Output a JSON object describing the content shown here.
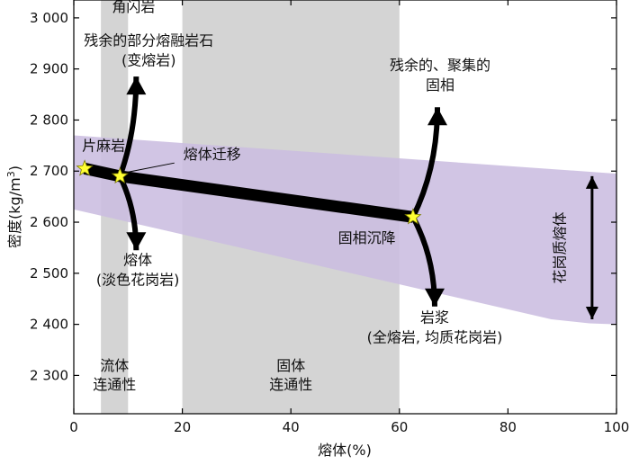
{
  "chart_data": {
    "type": "area",
    "title": "",
    "xlabel": "熔体(%)",
    "ylabel": "密度(kg/m³)",
    "xlim": [
      0,
      100
    ],
    "ylim": [
      2225,
      3035
    ],
    "x_ticks": [
      0,
      20,
      40,
      60,
      80,
      100
    ],
    "x_tick_labels": [
      "0",
      "20",
      "40",
      "60",
      "80",
      "100"
    ],
    "y_ticks": [
      2300,
      2400,
      2500,
      2600,
      2700,
      2800,
      2900,
      3000
    ],
    "y_tick_labels": [
      "2 300",
      "2 400",
      "2 500",
      "2 600",
      "2 700",
      "2 800",
      "2 900",
      "3 000"
    ],
    "grid": false,
    "colors": {
      "band": "#cbbde0",
      "shade": "#d4d4d4",
      "path": "#000000",
      "star": "#ffff33",
      "star_stroke": "#7a7a00"
    },
    "connectivity_zones": [
      {
        "x_range": [
          5,
          10
        ],
        "label": "流体\n连通性"
      },
      {
        "x_range": [
          20,
          60
        ],
        "label": "固体\n连通性"
      }
    ],
    "granite_melt_band": {
      "upper": [
        [
          0,
          2770
        ],
        [
          100,
          2695
        ]
      ],
      "lower": [
        [
          0,
          2625
        ],
        [
          88,
          2410
        ],
        [
          95,
          2402
        ],
        [
          100,
          2400
        ]
      ]
    },
    "density_path": [
      [
        2,
        2705
      ],
      [
        8.5,
        2690
      ],
      [
        62.5,
        2610
      ]
    ],
    "stars": [
      {
        "x": 2,
        "y": 2705
      },
      {
        "x": 8.5,
        "y": 2690
      },
      {
        "x": 62.5,
        "y": 2610
      }
    ],
    "arrows": [
      {
        "from": [
          8.5,
          2690
        ],
        "to": [
          11.5,
          2885
        ],
        "label": "残余的部分熔融岩石\n(变熔岩)"
      },
      {
        "from": [
          8.5,
          2690
        ],
        "to": [
          11.5,
          2545
        ],
        "label": "熔体\n(淡色花岗岩)"
      },
      {
        "from": [
          62.5,
          2610
        ],
        "to": [
          67,
          2825
        ],
        "label": "残余的、聚集的\n固相"
      },
      {
        "from": [
          62.5,
          2610
        ],
        "to": [
          66.5,
          2435
        ],
        "label": "岩浆\n(全熔岩, 均质花岗岩)"
      },
      {
        "from": [
          95.5,
          2410
        ],
        "to": [
          95.5,
          2690
        ],
        "label": "花岗质熔体",
        "double": true
      }
    ],
    "annotations": [
      {
        "text": "角闪岩",
        "x": 11,
        "y": 3012
      },
      {
        "text": "片麻岩",
        "x": 5.5,
        "y": 2740
      },
      {
        "text": "熔体迁移",
        "x": 25.5,
        "y": 2723
      },
      {
        "text": "固相沉降",
        "x": 54,
        "y": 2560
      }
    ]
  }
}
